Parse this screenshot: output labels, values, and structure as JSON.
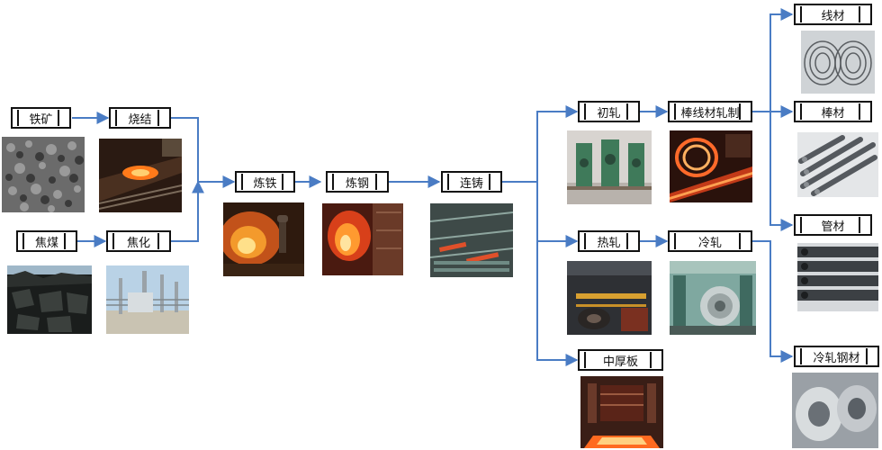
{
  "nodes": {
    "iron_ore": "铁矿",
    "sintering": "烧结",
    "coking_coal": "焦煤",
    "coking": "焦化",
    "ironmaking": "炼铁",
    "steelmaking": "炼钢",
    "continuous_casting": "连铸",
    "rough_rolling": "初轧",
    "bar_wire_rolling": "棒线材轧制",
    "hot_rolling": "热轧",
    "cold_rolling": "冷轧",
    "plate": "中厚板",
    "wire_rod": "线材",
    "bar": "棒材",
    "pipe": "管材",
    "cold_rolled_steel": "冷轧钢材"
  },
  "colors": {
    "arrow": "#4a7cc4",
    "box_border": "#111111"
  }
}
